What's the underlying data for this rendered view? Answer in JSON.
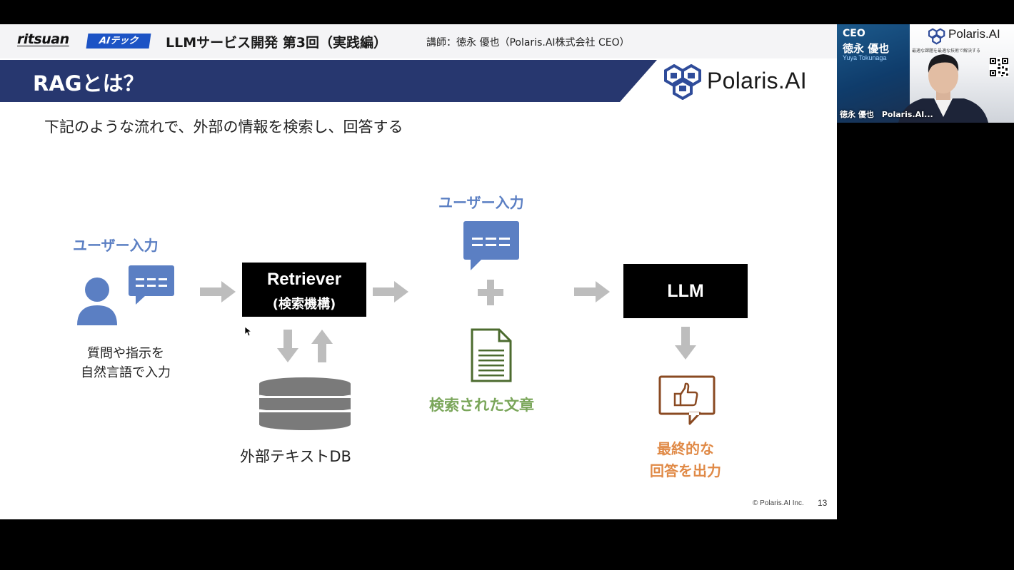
{
  "header": {
    "brand_name": "ritsuan",
    "brand_badge": "AIテック",
    "course_title": "LLMサービス開発 第3回（実践編）",
    "lecturer": "講師：徳永 優也（Polaris.AI株式会社 CEO）"
  },
  "slide": {
    "section_title": "RAGとは？",
    "logo_text": "Polaris.AI",
    "intro": "下記のような流れで、外部の情報を検索し、回答する",
    "user_input_label": "ユーザー入力",
    "user_caption_line1": "質問や指示を",
    "user_caption_line2": "自然言語で入力",
    "retriever_title": "Retriever",
    "retriever_sub": "(検索機構)",
    "db_caption": "外部テキストDB",
    "user_input_label_2": "ユーザー入力",
    "doc_caption": "検索された文章",
    "llm_label": "LLM",
    "output_line1": "最終的な",
    "output_line2": "回答を出力",
    "copyright": "© Polaris.AI Inc.",
    "page_number": "13"
  },
  "webcam": {
    "role": "CEO",
    "name": "徳永 優也",
    "roman_name": "Yuya Tokunaga",
    "tagline": "最適な課題を最適な技術で解決する",
    "logo_text": "Polaris.AI",
    "participant_label": "徳永 優也　Polaris.AI..."
  },
  "colors": {
    "band_navy": "#27376f",
    "accent_blue": "#5b7fc3",
    "doc_green": "#7aa65a",
    "output_orange": "#e08a47",
    "arrow_gray": "#bdbdbd"
  },
  "icons": [
    "person-icon",
    "chat-bubble-icon",
    "arrow-right-icon",
    "arrow-down-icon",
    "arrow-up-icon",
    "database-icon",
    "plus-icon",
    "document-icon",
    "thumbs-up-icon",
    "polaris-logo-icon",
    "qr-code-icon",
    "mouse-cursor-icon"
  ]
}
